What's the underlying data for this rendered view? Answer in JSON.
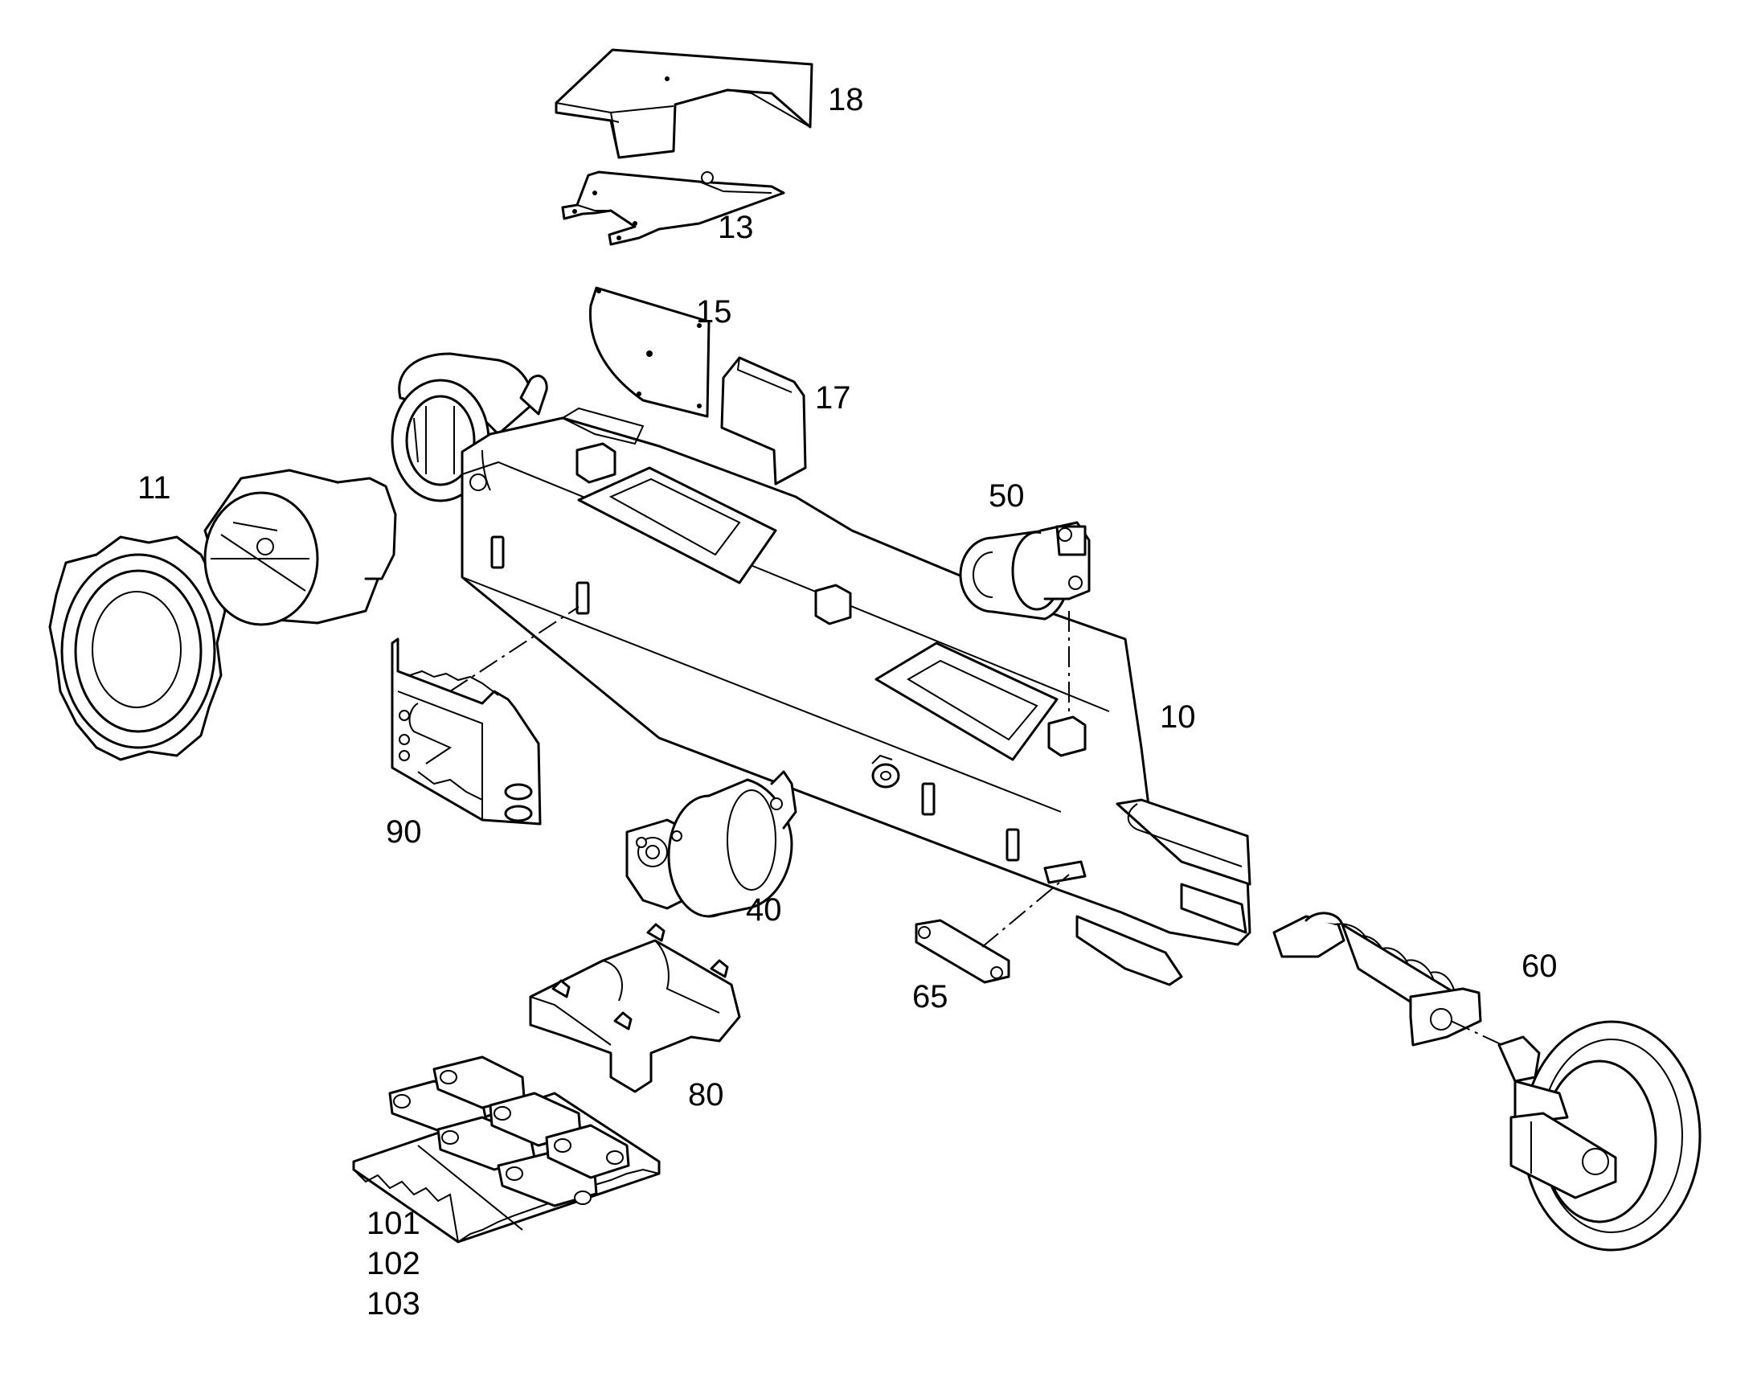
{
  "diagram": {
    "colors": {
      "line": "#000000",
      "background": "#ffffff"
    },
    "parts": [
      {
        "id": "frame",
        "callout": "10"
      },
      {
        "id": "drive-sprocket",
        "callout": "11"
      },
      {
        "id": "bracket",
        "callout": "13"
      },
      {
        "id": "cover-plate",
        "callout": "15"
      },
      {
        "id": "plate",
        "callout": "17"
      },
      {
        "id": "top-cover",
        "callout": "18"
      },
      {
        "id": "track-roller",
        "callout": "40"
      },
      {
        "id": "carrier-roller",
        "callout": "50"
      },
      {
        "id": "idler",
        "callout": "60"
      },
      {
        "id": "cover",
        "callout": "65"
      },
      {
        "id": "roller-guard",
        "callout": "80"
      },
      {
        "id": "track-guide",
        "callout": "90"
      },
      {
        "id": "track-chain",
        "callout": "101"
      },
      {
        "id": "track-chain-alt-1",
        "callout": "102"
      },
      {
        "id": "track-chain-alt-2",
        "callout": "103"
      }
    ]
  }
}
